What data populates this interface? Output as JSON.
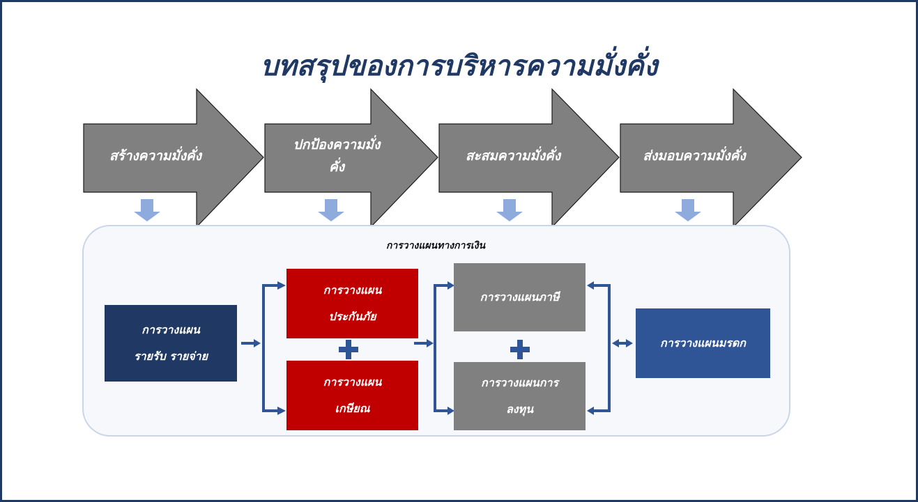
{
  "title": "บทสรุปของการบริหารความมั่งคั่ง",
  "steps": [
    {
      "label_1": "สร้างความมั่งคั่ง",
      "label_2": ""
    },
    {
      "label_1": "ปกป้องความมั่ง",
      "label_2": "คั่ง"
    },
    {
      "label_1": "สะสมความมั่งคั่ง",
      "label_2": ""
    },
    {
      "label_1": "ส่งมอบความมั่งคั่ง",
      "label_2": ""
    }
  ],
  "panel": {
    "title": "การวางแผนทางการเงิน",
    "income_box": {
      "line_1": "การวางแผน",
      "line_2": "รายรับ รายจ่าย"
    },
    "insurance_box": {
      "line_1": "การวางแผน",
      "line_2": "ประกันภัย"
    },
    "retirement_box": {
      "line_1": "การวางแผน",
      "line_2": "เกษียณ"
    },
    "tax_box": {
      "line_1": "การวางแผนภาษี"
    },
    "investment_box": {
      "line_1": "การวางแผนการ",
      "line_2": "ลงทุน"
    },
    "estate_box": {
      "line_1": "การวางแผนมรดก"
    }
  },
  "colors": {
    "title": "#1f3864",
    "step_arrow": "#808080",
    "income": "#1f3864",
    "insurance": "#c00000",
    "retirement": "#c00000",
    "tax": "#808080",
    "investment": "#808080",
    "estate": "#2f5597",
    "connector": "#2f5597"
  }
}
